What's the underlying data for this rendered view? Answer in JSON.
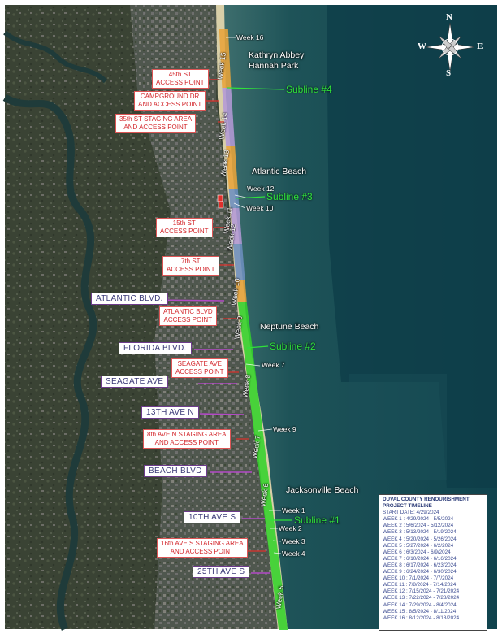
{
  "compass": {
    "n": "N",
    "s": "S",
    "e": "E",
    "w": "W"
  },
  "places": {
    "hanna_park": "Kathryn Abbey\nHannah Park",
    "atlantic_beach": "Atlantic Beach",
    "neptune_beach": "Neptune Beach",
    "jacksonville_beach": "Jacksonville Beach"
  },
  "sublines": [
    "Subline #4",
    "Subline #3",
    "Subline #2",
    "Subline #1"
  ],
  "week_labels": [
    "Week 16",
    "Week 12",
    "Week 10",
    "Week 7",
    "Week 9",
    "Week 1",
    "Week 2",
    "Week 3",
    "Week 4"
  ],
  "segment_labels": [
    "Week 15",
    "Week 14",
    "Week 13",
    "Week 11",
    "Week 12",
    "Week 10",
    "Week 9",
    "Week 8",
    "Week 7",
    "Week 6",
    "Week 5"
  ],
  "access_points": [
    "45th ST\nACCESS POINT",
    "CAMPGROUND DR\nAND ACCESS POINT",
    "35th ST STAGING AREA\nAND ACCESS POINT",
    "15th ST\nACCESS POINT",
    "7th ST\nACCESS POINT",
    "ATLANTIC BLVD\nACCESS POINT",
    "SEAGATE AVE\nACCESS POINT",
    "8th AVE N STAGING AREA\nAND ACCESS POINT",
    "16th AVE S STAGING AREA\nAND ACCESS POINT"
  ],
  "roads": [
    "ATLANTIC BLVD.",
    "FLORIDA BLVD.",
    "SEAGATE AVE",
    "13TH AVE N",
    "BEACH BLVD",
    "10TH AVE S",
    "25TH AVE S"
  ],
  "legend": {
    "title1": "DUVAL COUNTY RENOURISHMENT",
    "title2": "PROJECT TIMELINE",
    "start": "START DATE: 4/29/2024",
    "weeks": [
      "WEEK 1 : 4/29/2024 - 5/5/2024",
      "WEEK 2 : 5/6/2024 - 5/12/2024",
      "WEEK 3 : 5/13/2024 - 5/19/2024",
      "WEEK 4 : 5/20/2024 - 5/26/2024",
      "WEEK 5 : 5/27/2024 - 6/2/2024",
      "WEEK 6 : 6/3/2024 - 6/9/2024",
      "WEEK 7 : 6/10/2024 - 6/16/2024",
      "WEEK 8 : 6/17/2024 - 6/23/2024",
      "WEEK 9 : 6/24/2024 - 6/30/2024",
      "WEEK 10 : 7/1/2024 - 7/7/2024",
      "WEEK 11 : 7/8/2024 - 7/14/2024",
      "WEEK 12 : 7/15/2024 - 7/21/2024",
      "WEEK 13 : 7/22/2024 - 7/28/2024",
      "WEEK 14 : 7/29/2024 - 8/4/2024",
      "WEEK 15 : 8/5/2024 - 8/11/2024",
      "WEEK 16 : 8/12/2024 - 8/18/2024"
    ]
  },
  "colors": {
    "ocean": "#0f4a52",
    "land": "#3d4636",
    "beach": "#d9cfa8",
    "green": "#33d32a",
    "orange": "#e8a43a",
    "purple": "#b39ad6",
    "blue": "#6d8fbf",
    "red": "#e0302b"
  }
}
